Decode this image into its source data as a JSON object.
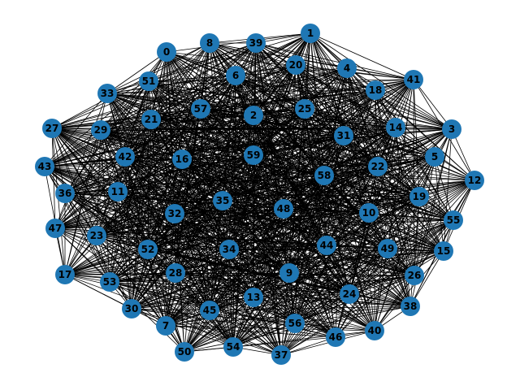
{
  "graph": {
    "node_color": "#1f77b4",
    "edge_color": "#000000",
    "label_color": "#000000",
    "background": "#ffffff",
    "node_count": 60,
    "edges": "densely connected — nearly every node is linked to nearly every other"
  },
  "nodes": [
    {
      "id": "0"
    },
    {
      "id": "1"
    },
    {
      "id": "2"
    },
    {
      "id": "3"
    },
    {
      "id": "4"
    },
    {
      "id": "5"
    },
    {
      "id": "6"
    },
    {
      "id": "7"
    },
    {
      "id": "8"
    },
    {
      "id": "9"
    },
    {
      "id": "10"
    },
    {
      "id": "11"
    },
    {
      "id": "12"
    },
    {
      "id": "13"
    },
    {
      "id": "14"
    },
    {
      "id": "15"
    },
    {
      "id": "16"
    },
    {
      "id": "17"
    },
    {
      "id": "18"
    },
    {
      "id": "19"
    },
    {
      "id": "20"
    },
    {
      "id": "21"
    },
    {
      "id": "22"
    },
    {
      "id": "23"
    },
    {
      "id": "24"
    },
    {
      "id": "25"
    },
    {
      "id": "26"
    },
    {
      "id": "27"
    },
    {
      "id": "28"
    },
    {
      "id": "29"
    },
    {
      "id": "30"
    },
    {
      "id": "31"
    },
    {
      "id": "32"
    },
    {
      "id": "33"
    },
    {
      "id": "34"
    },
    {
      "id": "35"
    },
    {
      "id": "36"
    },
    {
      "id": "37"
    },
    {
      "id": "38"
    },
    {
      "id": "39"
    },
    {
      "id": "40"
    },
    {
      "id": "41"
    },
    {
      "id": "42"
    },
    {
      "id": "43"
    },
    {
      "id": "44"
    },
    {
      "id": "45"
    },
    {
      "id": "46"
    },
    {
      "id": "47"
    },
    {
      "id": "48"
    },
    {
      "id": "49"
    },
    {
      "id": "50"
    },
    {
      "id": "51"
    },
    {
      "id": "52"
    },
    {
      "id": "53"
    },
    {
      "id": "54"
    },
    {
      "id": "55"
    },
    {
      "id": "56"
    },
    {
      "id": "57"
    },
    {
      "id": "58"
    },
    {
      "id": "59"
    }
  ]
}
